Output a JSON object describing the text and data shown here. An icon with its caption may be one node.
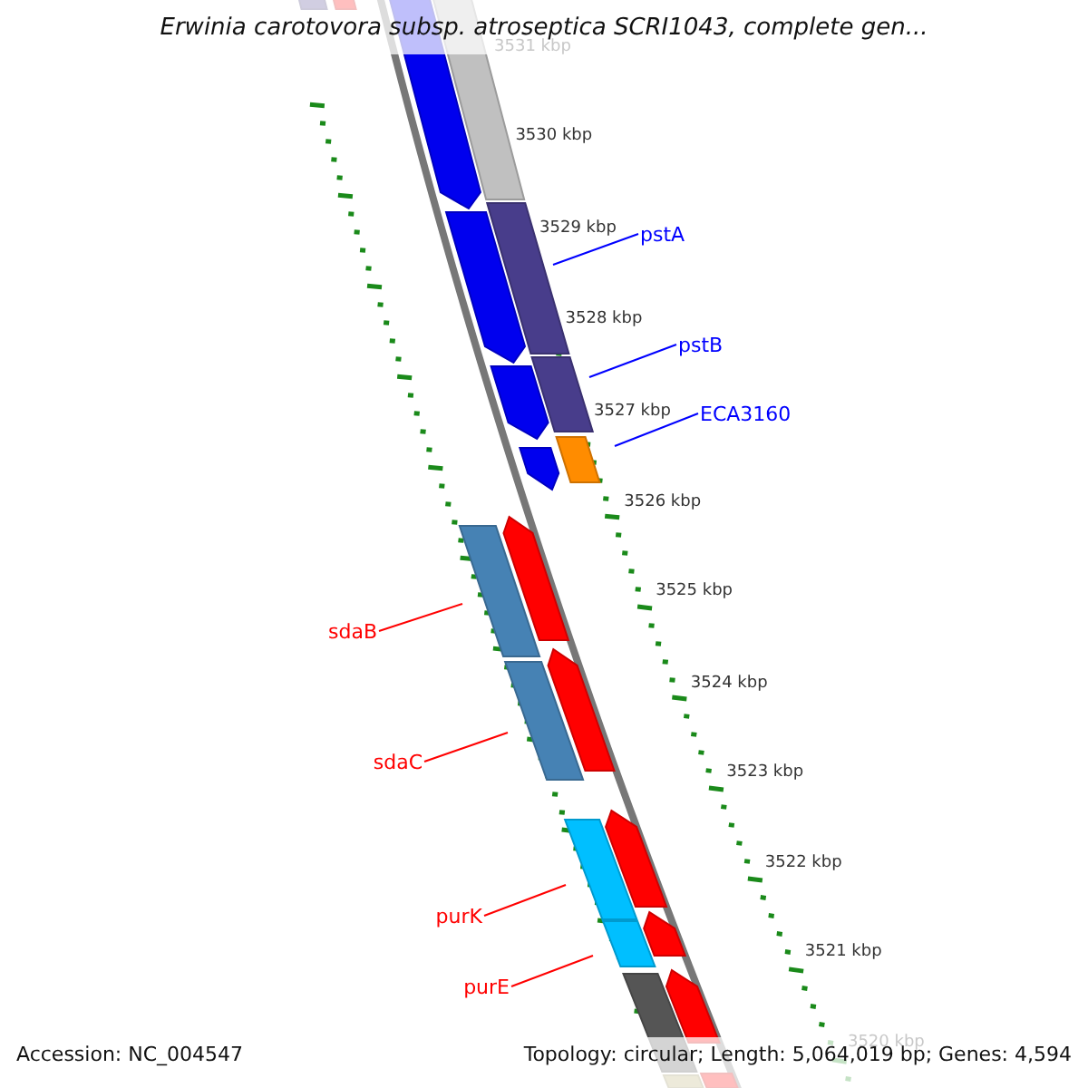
{
  "diagram": {
    "title": "Erwinia carotovora subsp. atroseptica SCRI1043, complete gen...",
    "nodes": [
      {
        "text": [
          "pstA"
        ]
      },
      {
        "text": [],
        "shape": "bar"
      },
      {
        "text": [
          "pstB"
        ]
      },
      {
        "text": [],
        "shape": "bar"
      },
      {
        "text": [
          "ECA3160"
        ]
      },
      {
        "text": [],
        "shape": "bar"
      },
      {
        "text": [
          "sdaB"
        ]
      },
      {
        "text": [],
        "shape": "bar"
      },
      {
        "text": [
          "sdaC"
        ]
      },
      {
        "text": [],
        "shape": "bar"
      },
      {
        "text": [
          "purK"
        ]
      },
      {
        "text": [],
        "shape": "bar"
      },
      {
        "text": [
          "purE"
        ]
      },
      {
        "text": [],
        "shape": "bar"
      },
      {
        "text": [],
        "shape": "bar"
      },
      {
        "text": [],
        "shape": "bar"
      },
      {
        "text": [],
        "shape": "bar"
      },
      {
        "text": [],
        "shape": "bar"
      },
      {
        "text": [],
        "shape": "bar"
      },
      {
        "text": [],
        "shape": "bar"
      },
      {
        "text": [],
        "shape": "bar"
      },
      {
        "text": [],
        "shape": "bar"
      },
      {
        "text": [],
        "shape": "bar"
      },
      {
        "text": [],
        "shape": "bar"
      },
      {
        "text": [],
        "shape": "bar"
      },
      {
        "text": [],
        "shape": "bar"
      },
      {
        "text": [],
        "shape": "bar"
      },
      {
        "text": [],
        "shape": "bar"
      },
      {
        "text": [],
        "shape": "bar"
      }
    ],
    "edges": [
      {
        "from": 0,
        "to": 1,
        "arrow": "none",
        "color": "#0000ff"
      },
      {
        "from": 2,
        "to": 3,
        "arrow": "none",
        "color": "#0000ff"
      },
      {
        "from": 4,
        "to": 5,
        "arrow": "none",
        "color": "#0000ff"
      },
      {
        "from": 6,
        "to": 7,
        "arrow": "none"
      },
      {
        "from": 8,
        "to": 9,
        "arrow": "none"
      },
      {
        "from": 10,
        "to": 11,
        "arrow": "none"
      },
      {
        "from": 12,
        "to": 13,
        "arrow": "none"
      }
    ],
    "labels": [
      "3531 kbp",
      "3530 kbp",
      "3529 kbp",
      "3528 kbp",
      "3527 kbp",
      "3526 kbp",
      "3525 kbp",
      "3524 kbp",
      "3523 kbp",
      "3522 kbp",
      "3521 kbp",
      "3520 kbp",
      "Accession: NC_004547",
      "Topology: circular; Length: 5,064,019 bp; Genes: 4,594"
    ]
  }
}
